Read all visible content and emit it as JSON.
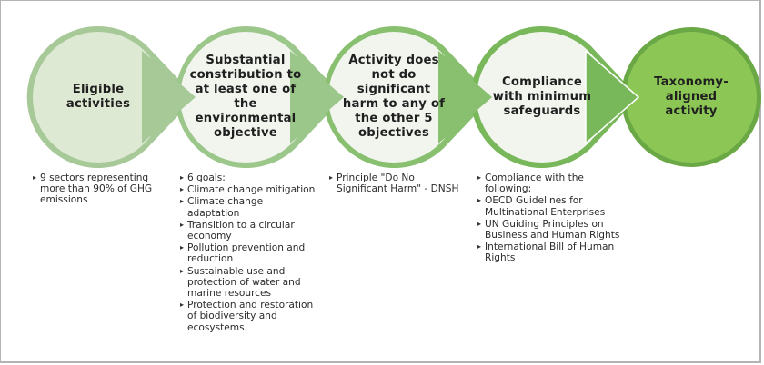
{
  "diagram": {
    "colors": {
      "step1_fill": "#dde9d3",
      "step1_ring": "#a7c997",
      "inner_fill": "#f1f5ee",
      "ring_2": "#9cc78a",
      "ring_3": "#88c070",
      "ring_4": "#79b85a",
      "final_fill": "#8cc756",
      "final_ring": "#6aa845"
    },
    "steps": [
      {
        "title": "Eligible activities"
      },
      {
        "title": "Substantial constribution to at least one of the environmental objective"
      },
      {
        "title": "Activity does not do significant harm to any of the other 5 objectives"
      },
      {
        "title": "Compliance with minimum safeguards"
      },
      {
        "title": "Taxonomy-aligned activity"
      }
    ],
    "details": [
      {
        "bullets": [
          "9 sectors representing more than 90% of GHG emissions"
        ]
      },
      {
        "bullets": [
          "6 goals:",
          "Climate change mitigation",
          "Climate change adaptation",
          "Transition to a circular economy",
          "Pollution prevention and reduction",
          "Sustainable use and protection of water and marine resources",
          "Protection and restoration of biodiversity and ecosystems"
        ]
      },
      {
        "bullets": [
          "Principle \"Do No Significant Harm\" - DNSH"
        ]
      },
      {
        "bullets": [
          "Compliance with the following:",
          "OECD Guidelines for Multinational Enterprises",
          "UN Guiding Principles on Business and Human Rights",
          "International Bill of Human Rights"
        ]
      }
    ]
  }
}
